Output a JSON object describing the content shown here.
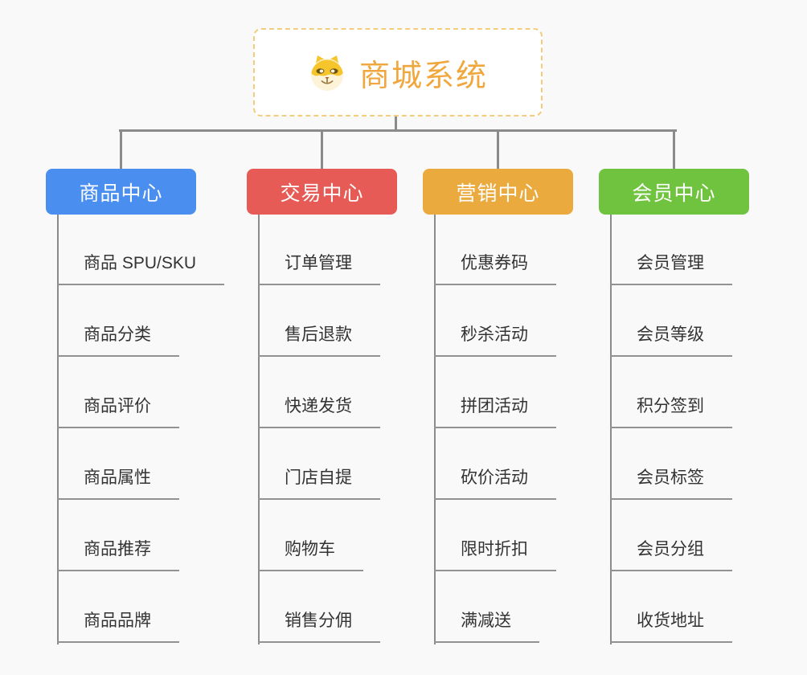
{
  "root": {
    "title": "商城系统",
    "icon": "doge-icon",
    "text_color": "#efa73e",
    "border_color": "#f3cc7d",
    "background": "#ffffff"
  },
  "canvas": {
    "background": "#f9f9f9",
    "connector_color": "#8b8b8b",
    "item_text_color": "#333333",
    "item_underline_color": "#929292"
  },
  "branches": [
    {
      "label": "商品中心",
      "color": "#4a8ff0",
      "items": [
        "商品 SPU/SKU",
        "商品分类",
        "商品评价",
        "商品属性",
        "商品推荐",
        "商品品牌"
      ]
    },
    {
      "label": "交易中心",
      "color": "#e65b55",
      "items": [
        "订单管理",
        "售后退款",
        "快递发货",
        "门店自提",
        "购物车",
        "销售分佣"
      ]
    },
    {
      "label": "营销中心",
      "color": "#ebaa3e",
      "items": [
        "优惠券码",
        "秒杀活动",
        "拼团活动",
        "砍价活动",
        "限时折扣",
        "满减送"
      ]
    },
    {
      "label": "会员中心",
      "color": "#6fc33f",
      "items": [
        "会员管理",
        "会员等级",
        "积分签到",
        "会员标签",
        "会员分组",
        "收货地址"
      ]
    }
  ]
}
